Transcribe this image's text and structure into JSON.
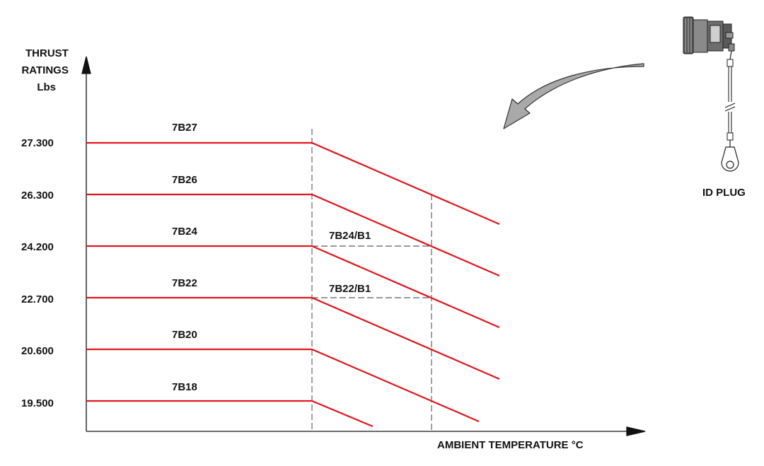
{
  "chart_data": {
    "type": "line",
    "ylabel_lines": [
      "THRUST",
      "RATINGS",
      "Lbs"
    ],
    "xlabel": "AMBIENT TEMPERATURE °C",
    "y_ticks": [
      "27.300",
      "26.300",
      "24.200",
      "22.700",
      "20.600",
      "19.500"
    ],
    "series": [
      {
        "name": "7B27",
        "flat_rating": "27.300"
      },
      {
        "name": "7B26",
        "flat_rating": "26.300"
      },
      {
        "name": "7B24",
        "flat_rating": "24.200"
      },
      {
        "name": "7B22",
        "flat_rating": "22.700"
      },
      {
        "name": "7B20",
        "flat_rating": "20.600"
      },
      {
        "name": "7B18",
        "flat_rating": "19.500"
      }
    ],
    "bump_labels": [
      {
        "name": "7B24/B1",
        "base": "7B24"
      },
      {
        "name": "7B22/B1",
        "base": "7B22"
      }
    ],
    "line_color": "#e0161e",
    "grid": false
  },
  "id_plug": {
    "label": "ID PLUG",
    "icon": "id-plug-icon"
  }
}
